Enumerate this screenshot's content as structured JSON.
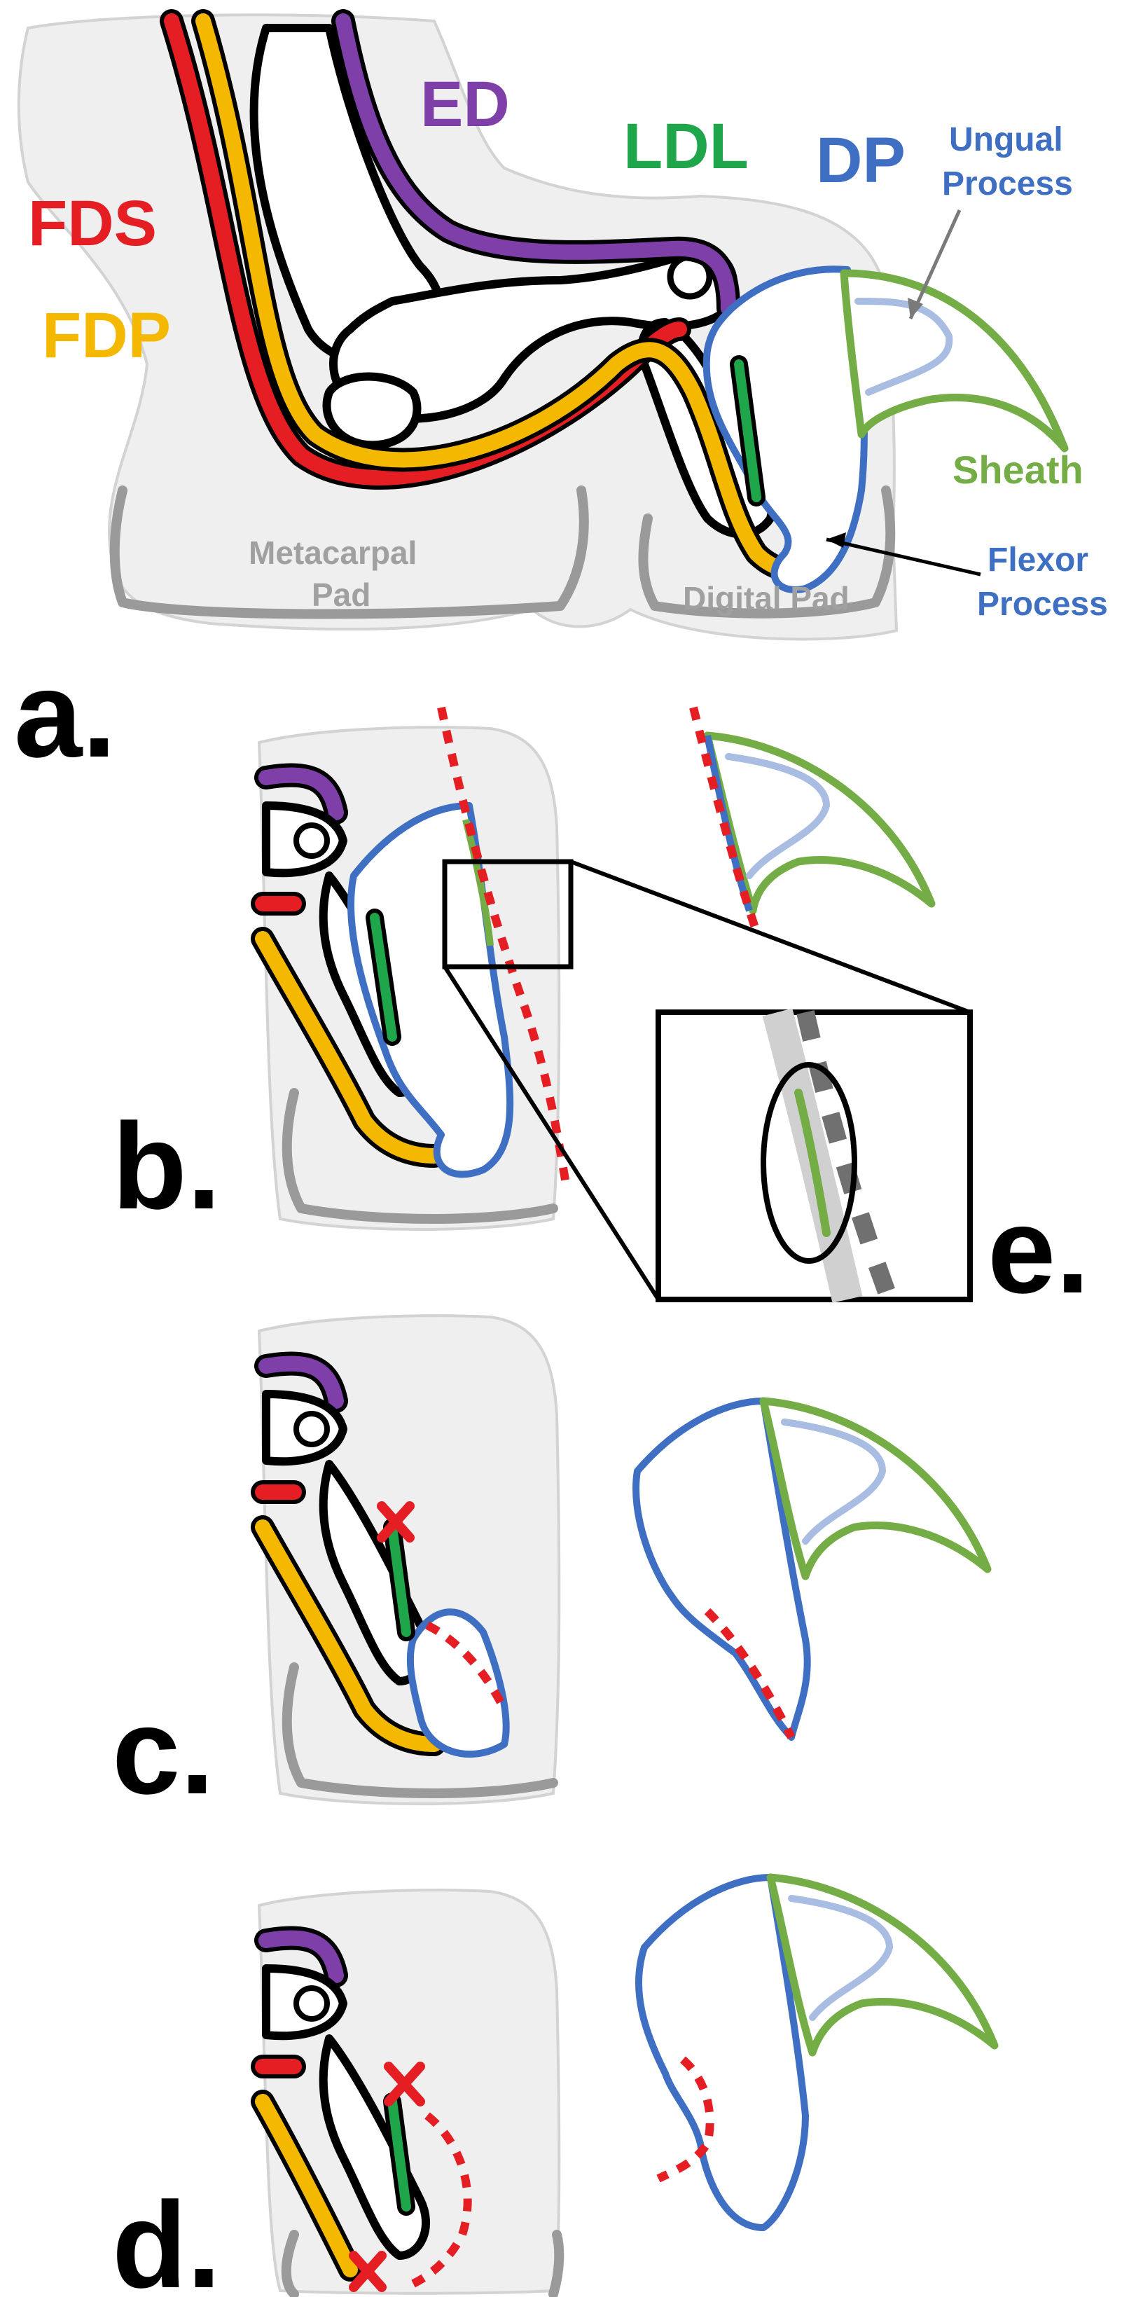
{
  "labels": {
    "fds": "FDS",
    "fdp": "FDP",
    "ed": "ED",
    "ldl": "LDL",
    "dp": "DP",
    "ungual_process_1": "Ungual",
    "ungual_process_2": "Process",
    "sheath": "Sheath",
    "flexor_process_1": "Flexor",
    "flexor_process_2": "Process",
    "metacarpal_pad_1": "Metacarpal",
    "metacarpal_pad_2": "Pad",
    "digital_pad": "Digital Pad"
  },
  "panels": {
    "a": "a.",
    "b": "b.",
    "c": "c.",
    "d": "d.",
    "e": "e."
  },
  "colors": {
    "fds": "#e41e22",
    "fdp": "#f5b800",
    "ed": "#7f3fa8",
    "ldl": "#1fa64a",
    "dp": "#3e6fc2",
    "sheath": "#74ad46",
    "ungual_process": "#a9bce2",
    "cut_line": "#e41e22",
    "pad": "#9a9a9a"
  }
}
